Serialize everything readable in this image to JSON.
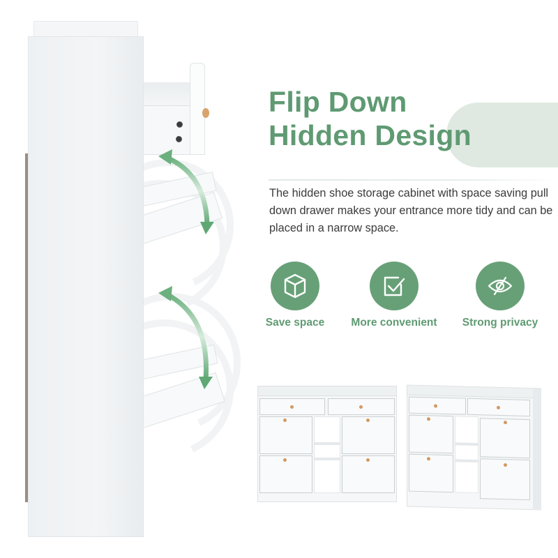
{
  "headline": {
    "line1": "Flip Down",
    "line2": "Hidden Design"
  },
  "description": "The hidden shoe storage cabinet with space saving pull down drawer makes your entrance more tidy and can be placed in a narrow space.",
  "features": [
    {
      "icon": "cube-icon",
      "label": "Save space"
    },
    {
      "icon": "checkbox-icon",
      "label": "More convenient"
    },
    {
      "icon": "eye-slash-icon",
      "label": "Strong privacy"
    }
  ],
  "colors": {
    "accent": "#5f9a72",
    "icon_circle": "#67a077",
    "pill": "#dfe9e1",
    "body_text": "#3b3b3b",
    "knob": "#d9a36d"
  },
  "product_images": {
    "main": "side view of white shoe cabinet with open drawer and two flip-down compartments with green motion arrows",
    "front_view": "front view of white cabinet with 2 drawers, 4 flip doors and open center shelves",
    "angled_view": "angled view of the same white cabinet"
  }
}
